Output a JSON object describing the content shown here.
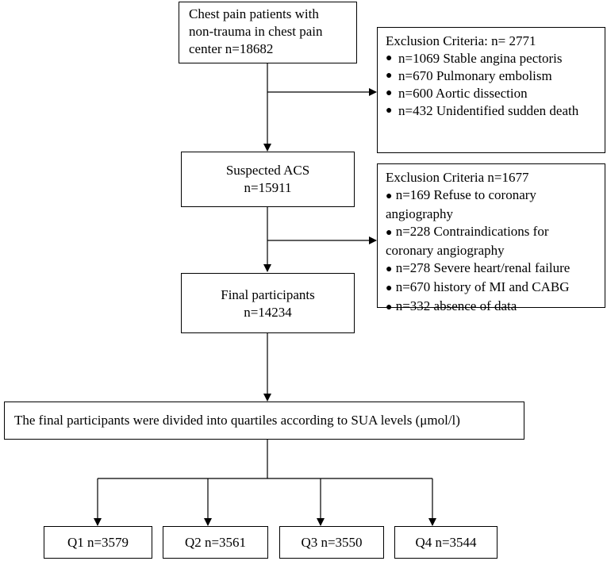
{
  "box_start": {
    "line1": "Chest pain patients with",
    "line2": "non-trauma in chest pain",
    "line3": "center  n=18682"
  },
  "exclusion1": {
    "title": "Exclusion Criteria: n= 2771",
    "items": [
      "n=1069 Stable angina pectoris",
      "n=670 Pulmonary embolism",
      "n=600 Aortic dissection",
      "n=432 Unidentified sudden death"
    ]
  },
  "box_suspected": {
    "line1": "Suspected ACS",
    "line2": "n=15911"
  },
  "exclusion2": {
    "title": "Exclusion Criteria  n=1677",
    "items": [
      "n=169 Refuse to coronary angiography",
      "n=228 Contraindications for coronary angiography",
      "n=278 Severe heart/renal failure",
      "n=670 history of MI and CABG",
      "n=332 absence of data"
    ]
  },
  "box_final": {
    "line1": "Final participants",
    "line2": "n=14234"
  },
  "box_divided": {
    "text": "The final participants were divided into quartiles according to SUA levels (μmol/l)"
  },
  "quartiles": [
    {
      "label": "Q1  n=3579"
    },
    {
      "label": "Q2 n=3561"
    },
    {
      "label": "Q3  n=3550"
    },
    {
      "label": "Q4  n=3544"
    }
  ],
  "bullet_glyph": "●"
}
